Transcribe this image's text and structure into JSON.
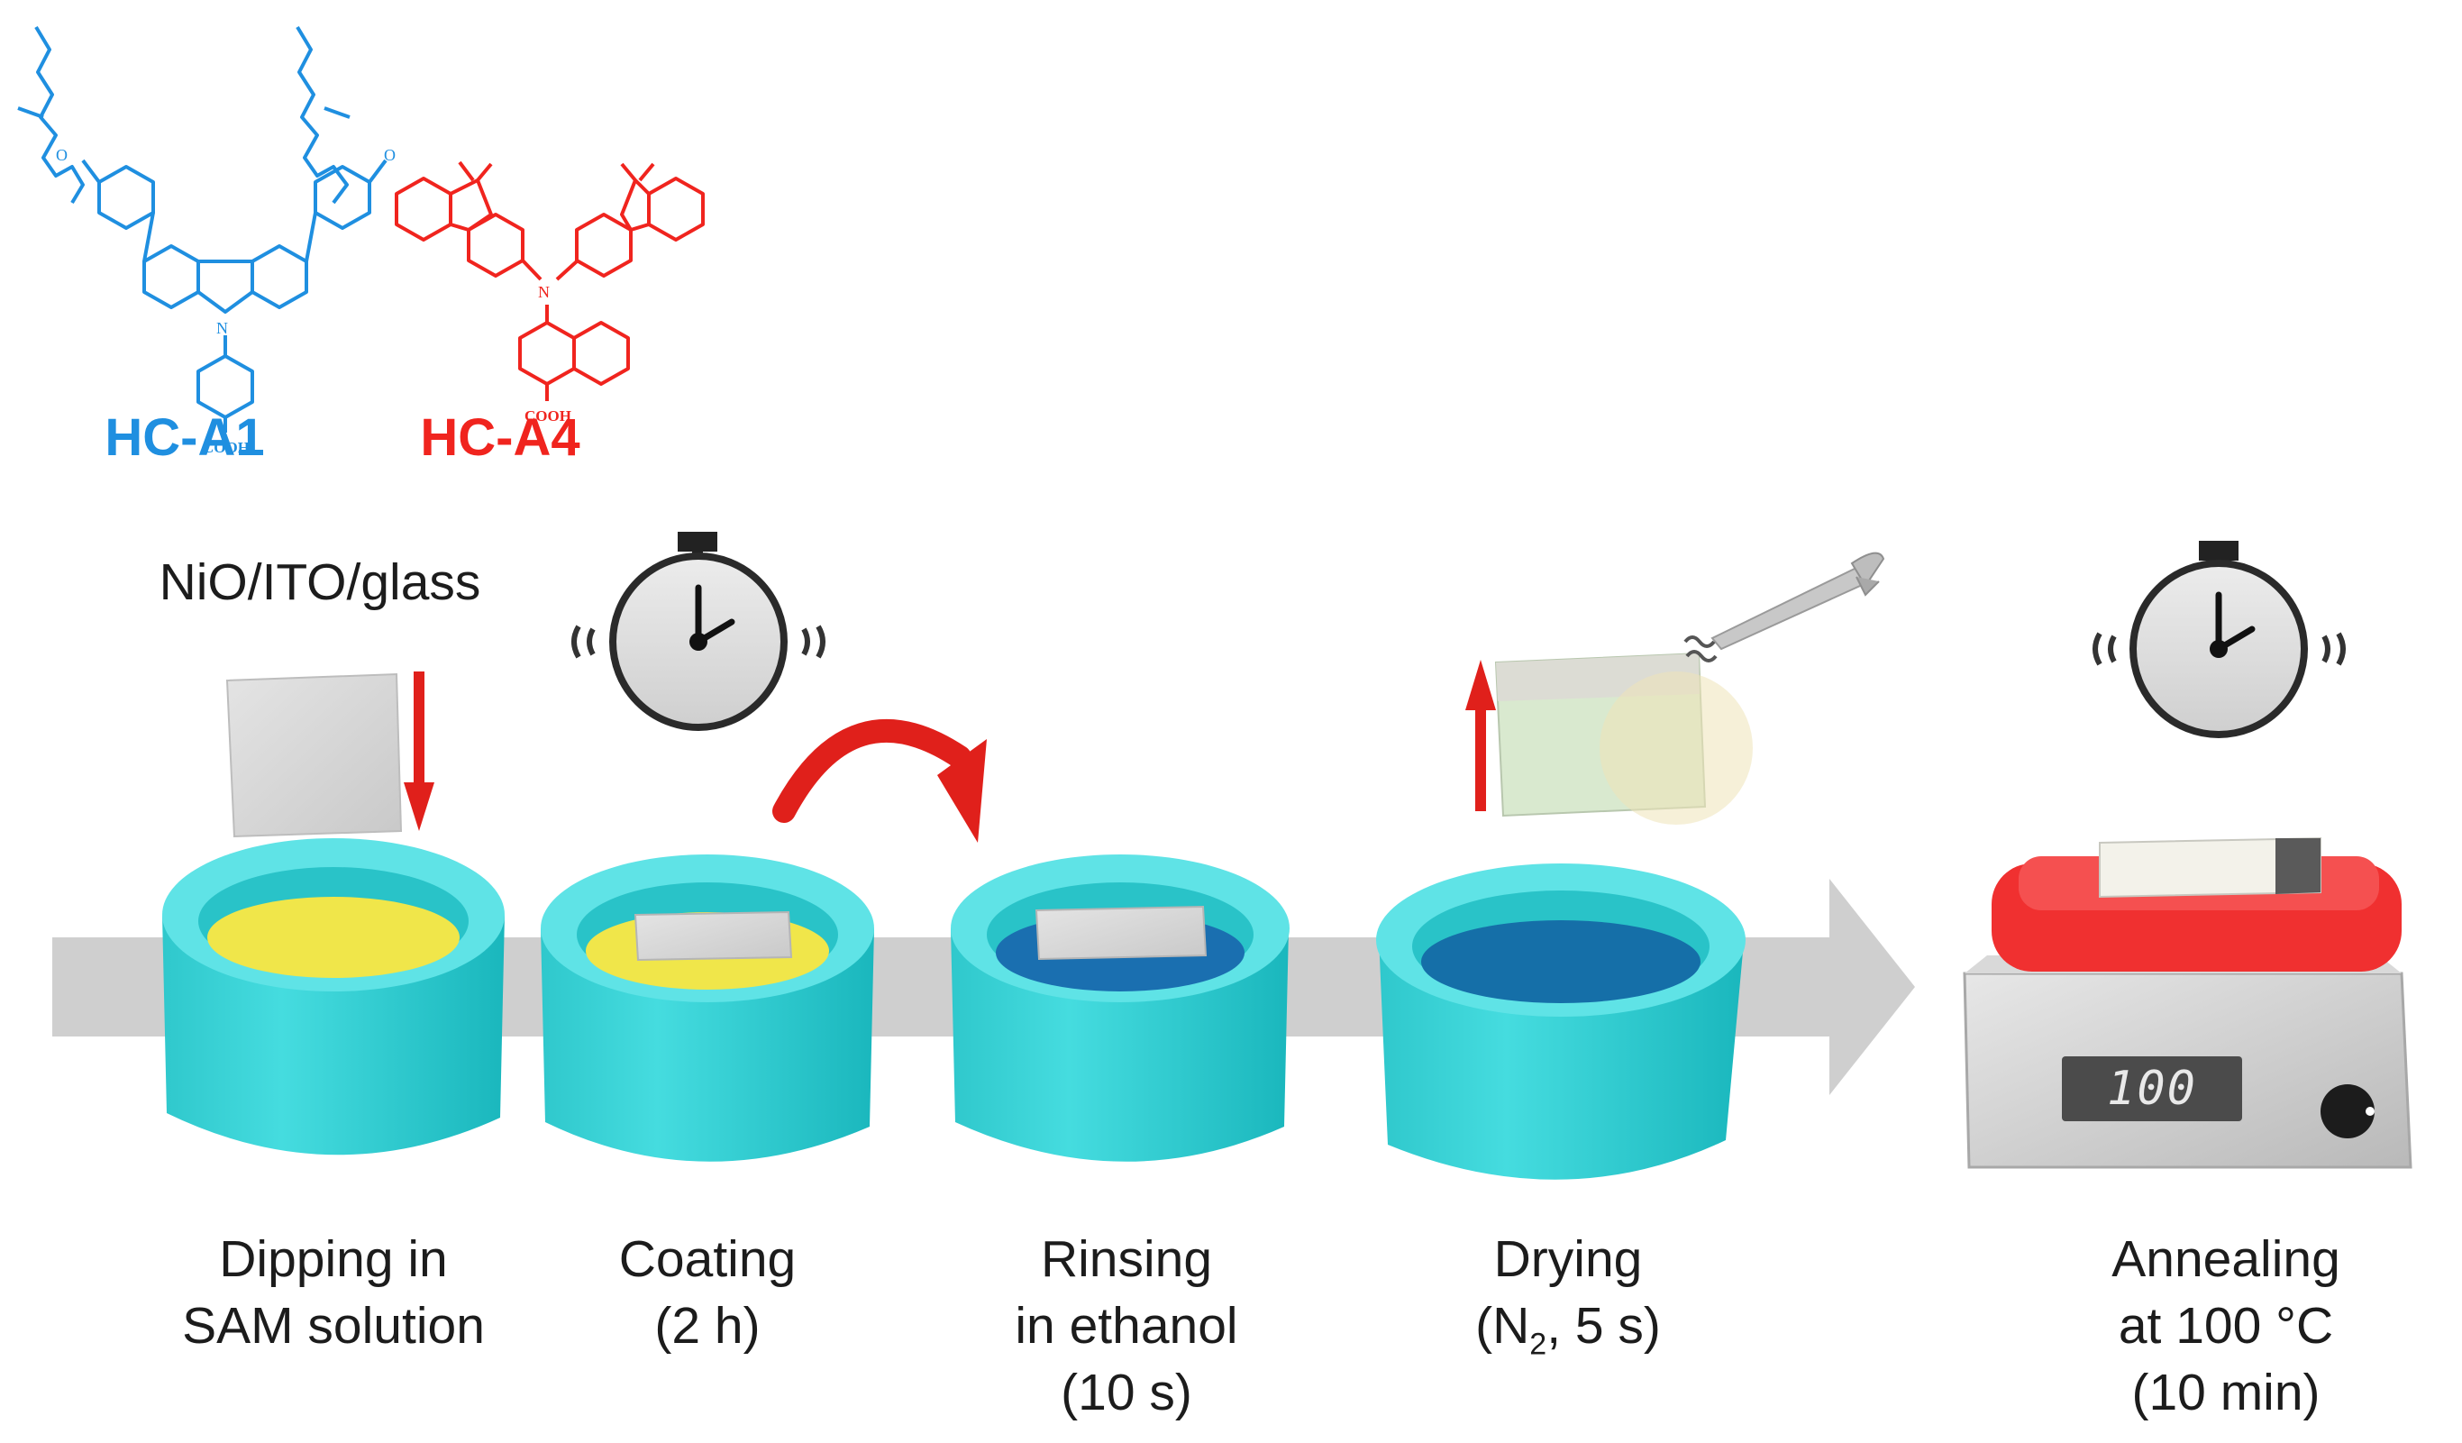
{
  "molecules": [
    {
      "name": "HC-A1",
      "group": "COOH",
      "color": "#1f8fe0"
    },
    {
      "name": "HC-A4",
      "group": "COOH",
      "color": "#f0241e"
    }
  ],
  "substrate_label": "NiO/ITO/glass",
  "hotplate_display": "100",
  "steps": [
    {
      "lines": [
        "Dipping in",
        "SAM solution"
      ]
    },
    {
      "lines": [
        "Coating",
        "(2 h)"
      ]
    },
    {
      "lines": [
        "Rinsing",
        "in ethanol",
        "(10 s)"
      ]
    },
    {
      "lines_html": [
        "Drying",
        "(N<sub>2</sub>, 5 s)"
      ],
      "lines": [
        "Drying",
        "(N2, 5 s)"
      ]
    },
    {
      "lines": [
        "Annealing",
        "at 100 °C",
        "(10 min)"
      ]
    }
  ],
  "colors": {
    "beaker": "#35d3d6",
    "beaker_dark": "#1bbfc4",
    "sam_solution": "#f0e64a",
    "ethanol": "#1a6fb0",
    "arrow_gray": "#cfcfcf",
    "arrow_red": "#e0201b",
    "hotplate_red": "#f03030"
  },
  "icons": [
    "stopwatch-icon",
    "stopwatch-icon",
    "n2-gun-icon",
    "curved-arrow-icon",
    "down-arrow-icon",
    "up-arrow-icon",
    "knob-icon"
  ]
}
